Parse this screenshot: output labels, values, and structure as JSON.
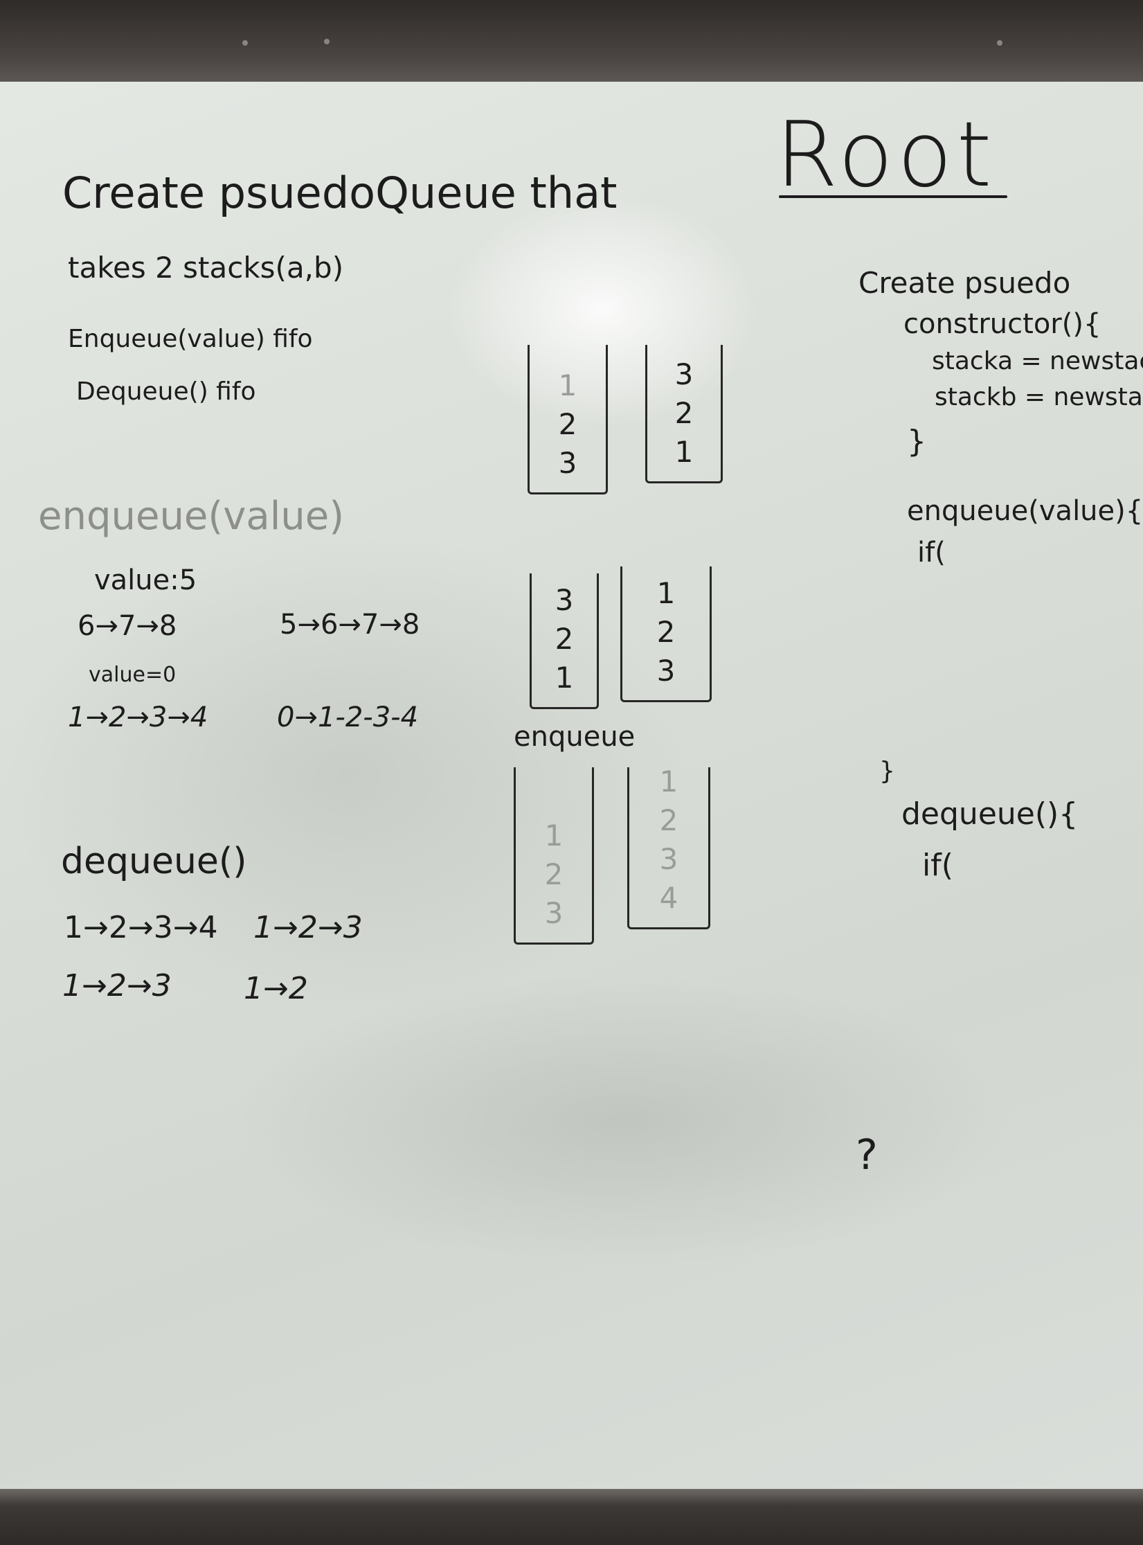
{
  "board": {
    "root_title": "Root",
    "problem": {
      "line1": "Create psuedoQueue that",
      "line2": "takes 2 stacks(a,b)",
      "line3": "Enqueue(value) fifo",
      "line4": "Dequeue() fifo"
    },
    "enqueue_notes": {
      "heading": "enqueue(value)",
      "value_a": "value:5",
      "before_a": "6→7→8",
      "after_a": "5→6→7→8",
      "value_b": "value=0",
      "before_b": "1→2→3→4",
      "after_b": "0→1-2-3-4"
    },
    "dequeue_notes": {
      "heading": "dequeue()",
      "before_a": "1→2→3→4",
      "after_a": "1→2→3",
      "before_b": "1→2→3",
      "after_b": "1→2"
    },
    "stack_diagrams": {
      "row1_left": [
        "1",
        "2",
        "3"
      ],
      "row1_right": [
        "3",
        "2",
        "1"
      ],
      "row2_left": [
        "3",
        "2",
        "1"
      ],
      "row2_right": [
        "1",
        "2",
        "3"
      ],
      "enqueue_label": "enqueue",
      "row3_left": [
        "1",
        "2",
        "3"
      ],
      "row3_right": [
        "1",
        "2",
        "3",
        "4"
      ]
    },
    "code": {
      "line1": "Create psuedo",
      "line2": "constructor(){",
      "line3": "stacka = newstac",
      "line4": "stackb = newstac",
      "line5": "}",
      "line6": "enqueue(value){",
      "line7": "if(",
      "line8": "}",
      "line9": "dequeue(){",
      "line10": "if(",
      "line11": "?"
    }
  }
}
